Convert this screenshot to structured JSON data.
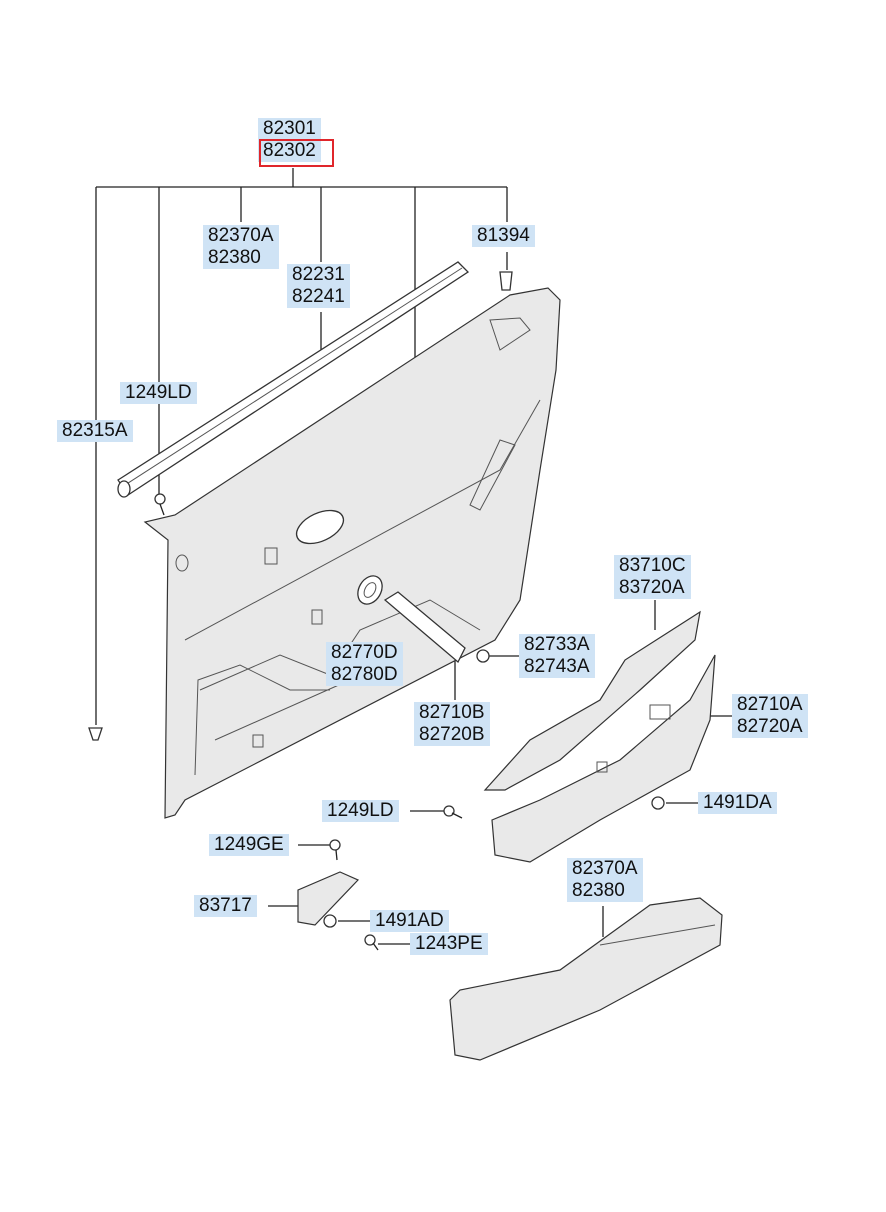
{
  "highlight_color": "#e0262b",
  "label_bg_color": "#cfe3f5",
  "callouts": {
    "panel_assy": [
      "82301",
      "82302"
    ],
    "armrest_trim_upper": [
      "82370A",
      "82380"
    ],
    "weatherstrip": [
      "82231",
      "82241"
    ],
    "clip_81394": [
      "81394"
    ],
    "screw_1249ld_upper": [
      "1249LD"
    ],
    "clip_82315a": [
      "82315A"
    ],
    "pull_handle_bracket": [
      "83710C",
      "83720A"
    ],
    "bezel": [
      "82770D",
      "82780D"
    ],
    "cap": [
      "82733A",
      "82743A"
    ],
    "handle_inner": [
      "82710B",
      "82720B"
    ],
    "handle_outer": [
      "82710A",
      "82720A"
    ],
    "screw_1249ld_lower": [
      "1249LD"
    ],
    "bolt_1491da": [
      "1491DA"
    ],
    "screw_1249ge": [
      "1249GE"
    ],
    "bracket_83717": [
      "83717"
    ],
    "bolt_1491ad": [
      "1491AD"
    ],
    "screw_1243pe": [
      "1243PE"
    ],
    "armrest_trim_lower": [
      "82370A",
      "82380"
    ]
  }
}
